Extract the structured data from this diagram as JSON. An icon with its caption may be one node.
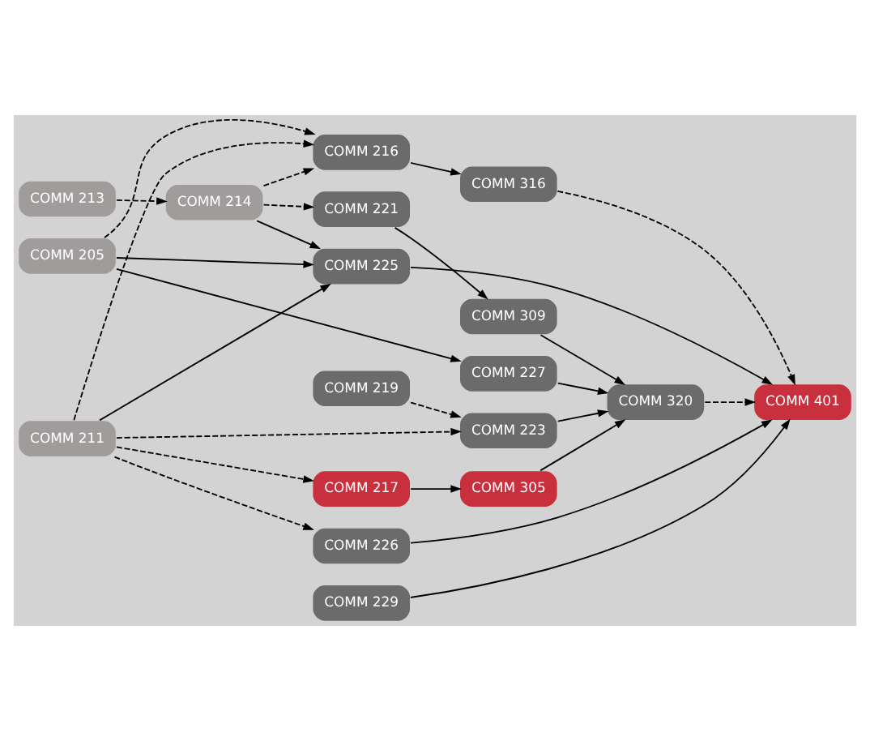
{
  "diagram": {
    "nodes": [
      {
        "text": [
          "COMM 213"
        ]
      },
      {
        "text": [
          "COMM 214"
        ]
      },
      {
        "text": [
          "COMM 205"
        ]
      },
      {
        "text": [
          "COMM 211"
        ]
      },
      {
        "text": [
          "COMM 216"
        ]
      },
      {
        "text": [
          "COMM 221"
        ]
      },
      {
        "text": [
          "COMM 217"
        ]
      },
      {
        "text": [
          "COMM 225"
        ]
      },
      {
        "text": [
          "COMM 226"
        ]
      },
      {
        "text": [
          "COMM 219"
        ]
      },
      {
        "text": [
          "COMM 223"
        ]
      },
      {
        "text": [
          "COMM 227"
        ]
      },
      {
        "text": [
          "COMM 229"
        ]
      },
      {
        "text": [
          "COMM 316"
        ]
      },
      {
        "text": [
          "COMM 309"
        ]
      },
      {
        "text": [
          "COMM 305"
        ]
      },
      {
        "text": [
          "COMM 320"
        ]
      },
      {
        "text": [
          "COMM 401"
        ]
      }
    ],
    "edges": [
      {
        "from": 0,
        "to": 1,
        "arrow": "to",
        "style": "dashed"
      },
      {
        "from": 1,
        "to": 4,
        "arrow": "to",
        "style": "dashed"
      },
      {
        "from": 1,
        "to": 5,
        "arrow": "to",
        "style": "dashed"
      },
      {
        "from": 1,
        "to": 7,
        "arrow": "to"
      },
      {
        "from": 2,
        "to": 4,
        "arrow": "to",
        "style": "dashed"
      },
      {
        "from": 2,
        "to": 7,
        "arrow": "to"
      },
      {
        "from": 2,
        "to": 11,
        "arrow": "to"
      },
      {
        "from": 3,
        "to": 4,
        "arrow": "to",
        "style": "dashed"
      },
      {
        "from": 3,
        "to": 6,
        "arrow": "to",
        "style": "dashed"
      },
      {
        "from": 3,
        "to": 7,
        "arrow": "to"
      },
      {
        "from": 3,
        "to": 8,
        "arrow": "to",
        "style": "dashed"
      },
      {
        "from": 3,
        "to": 10,
        "arrow": "to",
        "style": "dashed"
      },
      {
        "from": 9,
        "to": 10,
        "arrow": "to",
        "style": "dashed"
      },
      {
        "from": 4,
        "to": 13,
        "arrow": "to"
      },
      {
        "from": 5,
        "to": 14,
        "arrow": "to"
      },
      {
        "from": 6,
        "to": 15,
        "arrow": "to"
      },
      {
        "from": 7,
        "to": 17,
        "arrow": "to"
      },
      {
        "from": 8,
        "to": 17,
        "arrow": "to"
      },
      {
        "from": 15,
        "to": 16,
        "arrow": "to"
      },
      {
        "from": 14,
        "to": 16,
        "arrow": "to"
      },
      {
        "from": 10,
        "to": 16,
        "arrow": "to"
      },
      {
        "from": 11,
        "to": 16,
        "arrow": "to"
      },
      {
        "from": 12,
        "to": 17,
        "arrow": "to"
      },
      {
        "from": 13,
        "to": 17,
        "arrow": "to",
        "style": "dashed"
      },
      {
        "from": 16,
        "to": 17,
        "arrow": "to",
        "style": "dashed"
      }
    ]
  }
}
